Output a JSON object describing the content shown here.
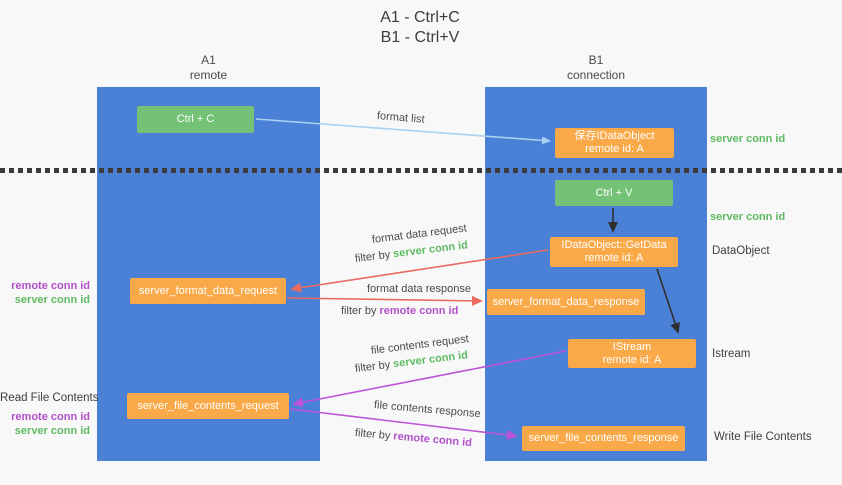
{
  "title": {
    "line1": "A1 - Ctrl+C",
    "line2": "B1 - Ctrl+V"
  },
  "columns": {
    "left": {
      "name": "A1",
      "role": "remote"
    },
    "right": {
      "name": "B1",
      "role": "connection"
    }
  },
  "nodes": {
    "ctrl_c": "Ctrl + C",
    "save_idataobject": {
      "line1": "保存IDataObject",
      "line2": "remote id: A"
    },
    "ctrl_v": "Ctrl + V",
    "getdata": {
      "line1": "IDataObject::GetData",
      "line2": "remote id: A"
    },
    "format_request": "server_format_data_request",
    "format_response": "server_format_data_response",
    "istream": {
      "line1": "IStream",
      "line2": "remote id: A"
    },
    "file_request": "server_file_contents_request",
    "file_response": "server_file_contents_response"
  },
  "arrow_labels": {
    "format_list": "format list",
    "format_data_request": "format data request",
    "format_data_response": "format data response",
    "file_contents_request": "file contents request",
    "file_contents_response": "file contents response",
    "filter_by": "filter by",
    "server_conn_id": "server conn id",
    "remote_conn_id": "remote conn id"
  },
  "side_labels": {
    "right_server_conn_id_top": "server conn id",
    "right_server_conn_id_mid": "server conn id",
    "dataobject": "DataObject",
    "istream": "Istream",
    "write_file_contents": "Write File Contents",
    "read_file_contents": "Read File Contents",
    "left_remote_conn_id_top": "remote conn id",
    "left_server_conn_id_top": "server conn id",
    "left_remote_conn_id_bottom": "remote conn id",
    "left_server_conn_id_bottom": "server conn id"
  },
  "colors": {
    "column_blue": "#4a80d6",
    "node_green": "#74c276",
    "node_orange": "#f9a948",
    "text_green": "#5eba62",
    "text_purple": "#b14fc9",
    "arrow_red": "#e96a5e",
    "arrow_purple": "#bd53d6",
    "arrow_blue": "#a8d2f0",
    "arrow_black": "#2f2f2f"
  }
}
